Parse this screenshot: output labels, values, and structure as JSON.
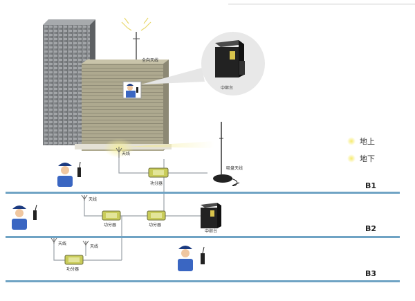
{
  "labels": {
    "omni_antenna": "全向天线",
    "repeater_top": "中继台",
    "antenna": "天线",
    "splitter": "功分器",
    "suction_antenna": "吸盘天线",
    "repeater_b2": "中继台"
  },
  "legend": {
    "above_ground": "地上",
    "below_ground": "地下"
  },
  "floors": {
    "b1": "B1",
    "b2": "B2",
    "b3": "B3"
  },
  "colors": {
    "floor_line": "#6fa3c4",
    "cable": "#9aa0a6",
    "legend_dot": "#f2e06b",
    "splitter_body": "#c9cc5a"
  }
}
